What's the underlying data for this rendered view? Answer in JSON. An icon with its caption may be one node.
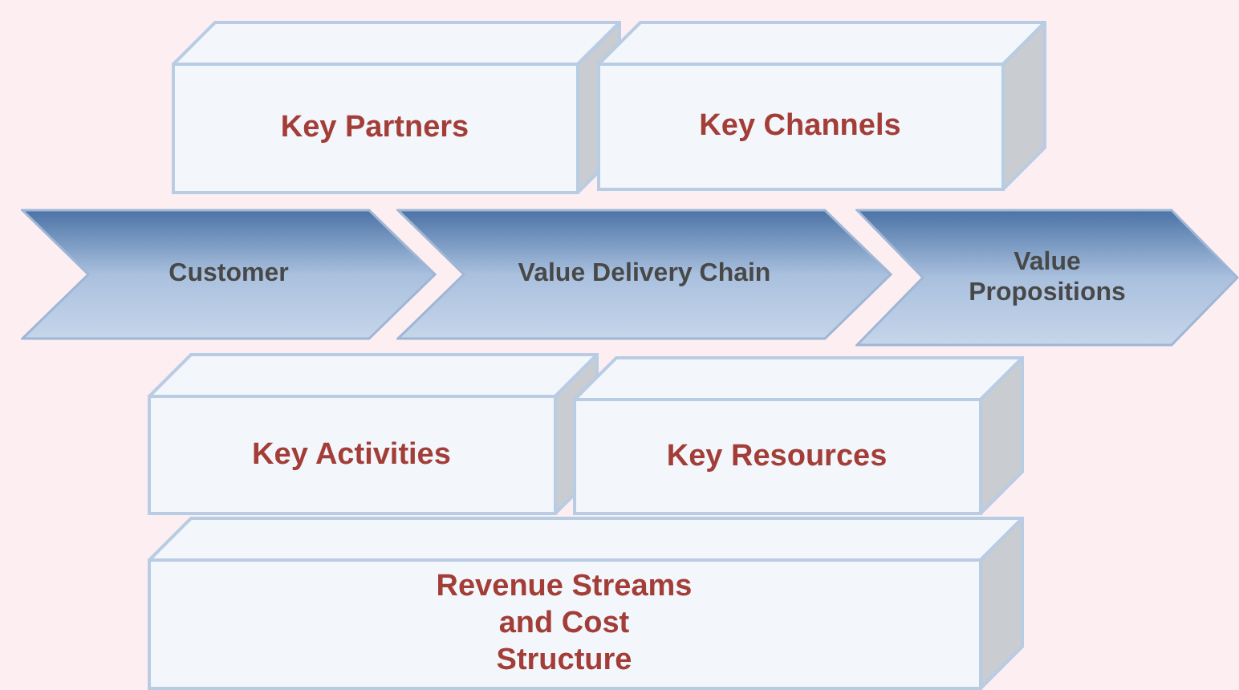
{
  "diagram": {
    "nodes": [
      {
        "text": [
          "Key Partners"
        ]
      },
      {
        "text": [
          "Key Channels"
        ]
      },
      {
        "text": [
          "Customer"
        ]
      },
      {
        "text": [
          "Value Delivery Chain"
        ]
      },
      {
        "text": [
          "Value Propositions"
        ]
      },
      {
        "text": [
          "Key Activities"
        ]
      },
      {
        "text": [
          "Key Resources"
        ]
      },
      {
        "text": [
          "Revenue Streams and Cost Structure"
        ]
      }
    ]
  }
}
